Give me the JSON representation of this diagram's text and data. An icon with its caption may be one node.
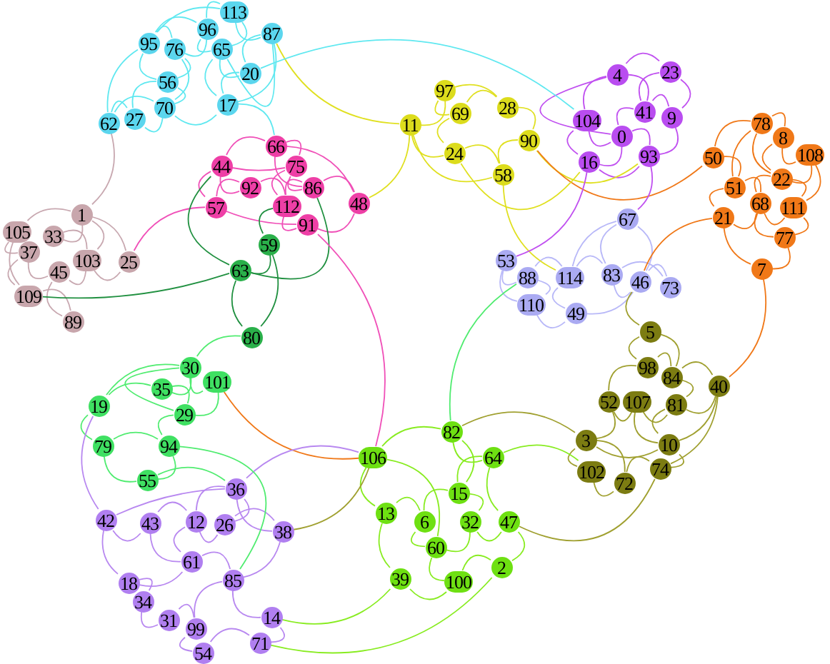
{
  "diagram": {
    "nodes": [
      {
        "text": [
          "0"
        ]
      },
      {
        "text": [
          "1"
        ]
      },
      {
        "text": [
          "2"
        ]
      },
      {
        "text": [
          "3"
        ]
      },
      {
        "text": [
          "4"
        ]
      },
      {
        "text": [
          "5"
        ]
      },
      {
        "text": [
          "6"
        ]
      },
      {
        "text": [
          "7"
        ]
      },
      {
        "text": [
          "8"
        ]
      },
      {
        "text": [
          "9"
        ]
      },
      {
        "text": [
          "10"
        ]
      },
      {
        "text": [
          "11"
        ]
      },
      {
        "text": [
          "12"
        ]
      },
      {
        "text": [
          "13"
        ]
      },
      {
        "text": [
          "14"
        ]
      },
      {
        "text": [
          "15"
        ]
      },
      {
        "text": [
          "16"
        ]
      },
      {
        "text": [
          "17"
        ]
      },
      {
        "text": [
          "18"
        ]
      },
      {
        "text": [
          "19"
        ]
      },
      {
        "text": [
          "20"
        ]
      },
      {
        "text": [
          "21"
        ]
      },
      {
        "text": [
          "22"
        ]
      },
      {
        "text": [
          "23"
        ]
      },
      {
        "text": [
          "24"
        ]
      },
      {
        "text": [
          "25"
        ]
      },
      {
        "text": [
          "26"
        ]
      },
      {
        "text": [
          "27"
        ]
      },
      {
        "text": [
          "28"
        ]
      },
      {
        "text": [
          "29"
        ]
      },
      {
        "text": [
          "30"
        ]
      },
      {
        "text": [
          "31"
        ]
      },
      {
        "text": [
          "32"
        ]
      },
      {
        "text": [
          "33"
        ]
      },
      {
        "text": [
          "34"
        ]
      },
      {
        "text": [
          "35"
        ]
      },
      {
        "text": [
          "36"
        ]
      },
      {
        "text": [
          "37"
        ]
      },
      {
        "text": [
          "38"
        ]
      },
      {
        "text": [
          "39"
        ]
      },
      {
        "text": [
          "40"
        ]
      },
      {
        "text": [
          "41"
        ]
      },
      {
        "text": [
          "42"
        ]
      },
      {
        "text": [
          "43"
        ]
      },
      {
        "text": [
          "44"
        ]
      },
      {
        "text": [
          "45"
        ]
      },
      {
        "text": [
          "46"
        ]
      },
      {
        "text": [
          "47"
        ]
      },
      {
        "text": [
          "48"
        ]
      },
      {
        "text": [
          "49"
        ]
      },
      {
        "text": [
          "50"
        ]
      },
      {
        "text": [
          "51"
        ]
      },
      {
        "text": [
          "52"
        ]
      },
      {
        "text": [
          "53"
        ]
      },
      {
        "text": [
          "54"
        ]
      },
      {
        "text": [
          "55"
        ]
      },
      {
        "text": [
          "56"
        ]
      },
      {
        "text": [
          "57"
        ]
      },
      {
        "text": [
          "58"
        ]
      },
      {
        "text": [
          "59"
        ]
      },
      {
        "text": [
          "60"
        ]
      },
      {
        "text": [
          "61"
        ]
      },
      {
        "text": [
          "62"
        ]
      },
      {
        "text": [
          "63"
        ]
      },
      {
        "text": [
          "64"
        ]
      },
      {
        "text": [
          "65"
        ]
      },
      {
        "text": [
          "66"
        ]
      },
      {
        "text": [
          "67"
        ]
      },
      {
        "text": [
          "68"
        ]
      },
      {
        "text": [
          "69"
        ]
      },
      {
        "text": [
          "70"
        ]
      },
      {
        "text": [
          "71"
        ]
      },
      {
        "text": [
          "72"
        ]
      },
      {
        "text": [
          "73"
        ]
      },
      {
        "text": [
          "74"
        ]
      },
      {
        "text": [
          "75"
        ]
      },
      {
        "text": [
          "76"
        ]
      },
      {
        "text": [
          "77"
        ]
      },
      {
        "text": [
          "78"
        ]
      },
      {
        "text": [
          "79"
        ]
      },
      {
        "text": [
          "80"
        ]
      },
      {
        "text": [
          "81"
        ]
      },
      {
        "text": [
          "82"
        ]
      },
      {
        "text": [
          "83"
        ]
      },
      {
        "text": [
          "84"
        ]
      },
      {
        "text": [
          "85"
        ]
      },
      {
        "text": [
          "86"
        ]
      },
      {
        "text": [
          "87"
        ]
      },
      {
        "text": [
          "88"
        ]
      },
      {
        "text": [
          "89"
        ]
      },
      {
        "text": [
          "90"
        ]
      },
      {
        "text": [
          "91"
        ]
      },
      {
        "text": [
          "92"
        ]
      },
      {
        "text": [
          "93"
        ]
      },
      {
        "text": [
          "94"
        ]
      },
      {
        "text": [
          "95"
        ]
      },
      {
        "text": [
          "96"
        ]
      },
      {
        "text": [
          "97"
        ]
      },
      {
        "text": [
          "98"
        ]
      },
      {
        "text": [
          "99"
        ]
      },
      {
        "text": [
          "100"
        ]
      },
      {
        "text": [
          "101"
        ]
      },
      {
        "text": [
          "102"
        ]
      },
      {
        "text": [
          "103"
        ]
      },
      {
        "text": [
          "104"
        ]
      },
      {
        "text": [
          "105"
        ]
      },
      {
        "text": [
          "106"
        ]
      },
      {
        "text": [
          "107"
        ]
      },
      {
        "text": [
          "108"
        ]
      },
      {
        "text": [
          "109"
        ]
      },
      {
        "text": [
          "110"
        ]
      },
      {
        "text": [
          "111"
        ]
      },
      {
        "text": [
          "112"
        ]
      },
      {
        "text": [
          "113"
        ]
      },
      {
        "text": [
          "114"
        ]
      }
    ],
    "edges": [
      {
        "from": 113,
        "to": 96,
        "arrow": "none",
        "color": "#5fe8f0"
      },
      {
        "from": 113,
        "to": 87,
        "arrow": "none",
        "color": "#5fe8f0"
      },
      {
        "from": 113,
        "to": 65,
        "arrow": "none",
        "color": "#5fe8f0"
      },
      {
        "from": 96,
        "to": 95,
        "arrow": "none",
        "color": "#5fe8f0"
      },
      {
        "from": 96,
        "to": 76,
        "arrow": "none",
        "color": "#5fe8f0"
      },
      {
        "from": 96,
        "to": 65,
        "arrow": "none",
        "color": "#5fe8f0"
      },
      {
        "from": 87,
        "to": 65,
        "arrow": "none",
        "color": "#5fe8f0"
      },
      {
        "from": 87,
        "to": 20,
        "arrow": "none",
        "color": "#5fe8f0"
      },
      {
        "from": 95,
        "to": 76,
        "arrow": "none",
        "color": "#5fe8f0"
      },
      {
        "from": 95,
        "to": 56,
        "arrow": "none",
        "color": "#5fe8f0"
      },
      {
        "from": 95,
        "to": 62,
        "arrow": "none",
        "color": "#5fe8f0"
      },
      {
        "from": 76,
        "to": 56,
        "arrow": "none",
        "color": "#5fe8f0"
      },
      {
        "from": 76,
        "to": 70,
        "arrow": "none",
        "color": "#5fe8f0"
      },
      {
        "from": 65,
        "to": 20,
        "arrow": "none",
        "color": "#5fe8f0"
      },
      {
        "from": 65,
        "to": 17,
        "arrow": "none",
        "color": "#5fe8f0"
      },
      {
        "from": 20,
        "to": 17,
        "arrow": "none",
        "color": "#5fe8f0"
      },
      {
        "from": 56,
        "to": 70,
        "arrow": "none",
        "color": "#5fe8f0"
      },
      {
        "from": 56,
        "to": 27,
        "arrow": "none",
        "color": "#5fe8f0"
      },
      {
        "from": 70,
        "to": 27,
        "arrow": "none",
        "color": "#5fe8f0"
      },
      {
        "from": 70,
        "to": 17,
        "arrow": "none",
        "color": "#5fe8f0"
      },
      {
        "from": 62,
        "to": 27,
        "arrow": "none",
        "color": "#5fe8f0"
      },
      {
        "from": 17,
        "to": 87,
        "arrow": "none",
        "color": "#5fe8f0"
      },
      {
        "from": 95,
        "to": 113,
        "arrow": "none",
        "color": "#5fe8f0"
      },
      {
        "from": 62,
        "to": 70,
        "arrow": "none",
        "color": "#5fe8f0"
      },
      {
        "from": 66,
        "to": 75,
        "arrow": "none",
        "color": "#f050b8"
      },
      {
        "from": 66,
        "to": 44,
        "arrow": "none",
        "color": "#f050b8"
      },
      {
        "from": 66,
        "to": 86,
        "arrow": "none",
        "color": "#f050b8"
      },
      {
        "from": 44,
        "to": 92,
        "arrow": "none",
        "color": "#f050b8"
      },
      {
        "from": 44,
        "to": 57,
        "arrow": "none",
        "color": "#f050b8"
      },
      {
        "from": 75,
        "to": 86,
        "arrow": "none",
        "color": "#f050b8"
      },
      {
        "from": 75,
        "to": 112,
        "arrow": "none",
        "color": "#f050b8"
      },
      {
        "from": 92,
        "to": 57,
        "arrow": "none",
        "color": "#f050b8"
      },
      {
        "from": 92,
        "to": 112,
        "arrow": "none",
        "color": "#f050b8"
      },
      {
        "from": 86,
        "to": 112,
        "arrow": "none",
        "color": "#f050b8"
      },
      {
        "from": 86,
        "to": 48,
        "arrow": "none",
        "color": "#f050b8"
      },
      {
        "from": 112,
        "to": 91,
        "arrow": "none",
        "color": "#f050b8"
      },
      {
        "from": 91,
        "to": 48,
        "arrow": "none",
        "color": "#f050b8"
      },
      {
        "from": 57,
        "to": 91,
        "arrow": "none",
        "color": "#f050b8"
      },
      {
        "from": 66,
        "to": 48,
        "arrow": "none",
        "color": "#f050b8"
      },
      {
        "from": 44,
        "to": 75,
        "arrow": "none",
        "color": "#f050b8"
      },
      {
        "from": 59,
        "to": 63,
        "arrow": "none",
        "color": "#209040"
      },
      {
        "from": 63,
        "to": 80,
        "arrow": "none",
        "color": "#209040"
      },
      {
        "from": 59,
        "to": 80,
        "arrow": "none",
        "color": "#209040"
      },
      {
        "from": 1,
        "to": 105,
        "arrow": "none",
        "color": "#c8a8b0"
      },
      {
        "from": 1,
        "to": 33,
        "arrow": "none",
        "color": "#c8a8b0"
      },
      {
        "from": 1,
        "to": 103,
        "arrow": "none",
        "color": "#c8a8b0"
      },
      {
        "from": 1,
        "to": 25,
        "arrow": "none",
        "color": "#c8a8b0"
      },
      {
        "from": 105,
        "to": 37,
        "arrow": "none",
        "color": "#c8a8b0"
      },
      {
        "from": 33,
        "to": 103,
        "arrow": "none",
        "color": "#c8a8b0"
      },
      {
        "from": 37,
        "to": 45,
        "arrow": "none",
        "color": "#c8a8b0"
      },
      {
        "from": 37,
        "to": 109,
        "arrow": "none",
        "color": "#c8a8b0"
      },
      {
        "from": 45,
        "to": 89,
        "arrow": "none",
        "color": "#c8a8b0"
      },
      {
        "from": 109,
        "to": 89,
        "arrow": "none",
        "color": "#c8a8b0"
      },
      {
        "from": 103,
        "to": 25,
        "arrow": "none",
        "color": "#c8a8b0"
      },
      {
        "from": 45,
        "to": 103,
        "arrow": "none",
        "color": "#c8a8b0"
      },
      {
        "from": 105,
        "to": 109,
        "arrow": "none",
        "color": "#c8a8b0"
      },
      {
        "from": 97,
        "to": 11,
        "arrow": "none",
        "color": "#e0e020"
      },
      {
        "from": 97,
        "to": 69,
        "arrow": "none",
        "color": "#e0e020"
      },
      {
        "from": 69,
        "to": 28,
        "arrow": "none",
        "color": "#e0e020"
      },
      {
        "from": 69,
        "to": 24,
        "arrow": "none",
        "color": "#e0e020"
      },
      {
        "from": 28,
        "to": 90,
        "arrow": "none",
        "color": "#e0e020"
      },
      {
        "from": 90,
        "to": 58,
        "arrow": "none",
        "color": "#e0e020"
      },
      {
        "from": 24,
        "to": 58,
        "arrow": "none",
        "color": "#e0e020"
      },
      {
        "from": 11,
        "to": 24,
        "arrow": "none",
        "color": "#e0e020"
      },
      {
        "from": 97,
        "to": 28,
        "arrow": "none",
        "color": "#e0e020"
      },
      {
        "from": 11,
        "to": 58,
        "arrow": "none",
        "color": "#e0e020"
      },
      {
        "from": 4,
        "to": 23,
        "arrow": "none",
        "color": "#c050f0"
      },
      {
        "from": 4,
        "to": 104,
        "arrow": "none",
        "color": "#c050f0"
      },
      {
        "from": 4,
        "to": 41,
        "arrow": "none",
        "color": "#c050f0"
      },
      {
        "from": 23,
        "to": 41,
        "arrow": "none",
        "color": "#c050f0"
      },
      {
        "from": 23,
        "to": 9,
        "arrow": "none",
        "color": "#c050f0"
      },
      {
        "from": 41,
        "to": 0,
        "arrow": "none",
        "color": "#c050f0"
      },
      {
        "from": 41,
        "to": 9,
        "arrow": "none",
        "color": "#c050f0"
      },
      {
        "from": 0,
        "to": 16,
        "arrow": "none",
        "color": "#c050f0"
      },
      {
        "from": 0,
        "to": 93,
        "arrow": "none",
        "color": "#c050f0"
      },
      {
        "from": 104,
        "to": 16,
        "arrow": "none",
        "color": "#c050f0"
      },
      {
        "from": 9,
        "to": 93,
        "arrow": "none",
        "color": "#c050f0"
      },
      {
        "from": 104,
        "to": 0,
        "arrow": "none",
        "color": "#c050f0"
      },
      {
        "from": 16,
        "to": 93,
        "arrow": "none",
        "color": "#c050f0"
      },
      {
        "from": 4,
        "to": 0,
        "arrow": "none",
        "color": "#c050f0"
      },
      {
        "from": 78,
        "to": 8,
        "arrow": "none",
        "color": "#f07818"
      },
      {
        "from": 78,
        "to": 50,
        "arrow": "none",
        "color": "#f07818"
      },
      {
        "from": 78,
        "to": 22,
        "arrow": "none",
        "color": "#f07818"
      },
      {
        "from": 8,
        "to": 108,
        "arrow": "none",
        "color": "#f07818"
      },
      {
        "from": 8,
        "to": 22,
        "arrow": "none",
        "color": "#f07818"
      },
      {
        "from": 108,
        "to": 111,
        "arrow": "none",
        "color": "#f07818"
      },
      {
        "from": 50,
        "to": 51,
        "arrow": "none",
        "color": "#f07818"
      },
      {
        "from": 51,
        "to": 21,
        "arrow": "none",
        "color": "#f07818"
      },
      {
        "from": 51,
        "to": 68,
        "arrow": "none",
        "color": "#f07818"
      },
      {
        "from": 22,
        "to": 68,
        "arrow": "none",
        "color": "#f07818"
      },
      {
        "from": 22,
        "to": 111,
        "arrow": "none",
        "color": "#f07818"
      },
      {
        "from": 68,
        "to": 111,
        "arrow": "none",
        "color": "#f07818"
      },
      {
        "from": 68,
        "to": 21,
        "arrow": "none",
        "color": "#f07818"
      },
      {
        "from": 21,
        "to": 7,
        "arrow": "none",
        "color": "#f07818"
      },
      {
        "from": 77,
        "to": 7,
        "arrow": "none",
        "color": "#f07818"
      },
      {
        "from": 111,
        "to": 77,
        "arrow": "none",
        "color": "#f07818"
      },
      {
        "from": 68,
        "to": 77,
        "arrow": "none",
        "color": "#f07818"
      },
      {
        "from": 78,
        "to": 51,
        "arrow": "none",
        "color": "#f07818"
      },
      {
        "from": 108,
        "to": 22,
        "arrow": "none",
        "color": "#f07818"
      },
      {
        "from": 67,
        "to": 83,
        "arrow": "none",
        "color": "#b8b8f8"
      },
      {
        "from": 67,
        "to": 46,
        "arrow": "none",
        "color": "#b8b8f8"
      },
      {
        "from": 53,
        "to": 88,
        "arrow": "none",
        "color": "#b8b8f8"
      },
      {
        "from": 53,
        "to": 110,
        "arrow": "none",
        "color": "#b8b8f8"
      },
      {
        "from": 88,
        "to": 114,
        "arrow": "none",
        "color": "#b8b8f8"
      },
      {
        "from": 88,
        "to": 110,
        "arrow": "none",
        "color": "#b8b8f8"
      },
      {
        "from": 114,
        "to": 49,
        "arrow": "none",
        "color": "#b8b8f8"
      },
      {
        "from": 114,
        "to": 83,
        "arrow": "none",
        "color": "#b8b8f8"
      },
      {
        "from": 83,
        "to": 46,
        "arrow": "none",
        "color": "#b8b8f8"
      },
      {
        "from": 46,
        "to": 73,
        "arrow": "none",
        "color": "#b8b8f8"
      },
      {
        "from": 110,
        "to": 49,
        "arrow": "none",
        "color": "#b8b8f8"
      },
      {
        "from": 49,
        "to": 46,
        "arrow": "none",
        "color": "#b8b8f8"
      },
      {
        "from": 67,
        "to": 114,
        "arrow": "none",
        "color": "#b8b8f8"
      },
      {
        "from": 73,
        "to": 83,
        "arrow": "none",
        "color": "#b8b8f8"
      },
      {
        "from": 5,
        "to": 98,
        "arrow": "none",
        "color": "#a0a030"
      },
      {
        "from": 5,
        "to": 84,
        "arrow": "none",
        "color": "#a0a030"
      },
      {
        "from": 98,
        "to": 84,
        "arrow": "none",
        "color": "#a0a030"
      },
      {
        "from": 98,
        "to": 52,
        "arrow": "none",
        "color": "#a0a030"
      },
      {
        "from": 84,
        "to": 81,
        "arrow": "none",
        "color": "#a0a030"
      },
      {
        "from": 84,
        "to": 40,
        "arrow": "none",
        "color": "#a0a030"
      },
      {
        "from": 52,
        "to": 107,
        "arrow": "none",
        "color": "#a0a030"
      },
      {
        "from": 107,
        "to": 81,
        "arrow": "none",
        "color": "#a0a030"
      },
      {
        "from": 81,
        "to": 40,
        "arrow": "none",
        "color": "#a0a030"
      },
      {
        "from": 52,
        "to": 3,
        "arrow": "none",
        "color": "#a0a030"
      },
      {
        "from": 3,
        "to": 102,
        "arrow": "none",
        "color": "#a0a030"
      },
      {
        "from": 3,
        "to": 72,
        "arrow": "none",
        "color": "#a0a030"
      },
      {
        "from": 102,
        "to": 72,
        "arrow": "none",
        "color": "#a0a030"
      },
      {
        "from": 72,
        "to": 74,
        "arrow": "none",
        "color": "#a0a030"
      },
      {
        "from": 74,
        "to": 10,
        "arrow": "none",
        "color": "#a0a030"
      },
      {
        "from": 10,
        "to": 81,
        "arrow": "none",
        "color": "#a0a030"
      },
      {
        "from": 40,
        "to": 74,
        "arrow": "none",
        "color": "#a0a030"
      },
      {
        "from": 107,
        "to": 10,
        "arrow": "none",
        "color": "#a0a030"
      },
      {
        "from": 3,
        "to": 10,
        "arrow": "none",
        "color": "#a0a030"
      },
      {
        "from": 40,
        "to": 10,
        "arrow": "none",
        "color": "#a0a030"
      },
      {
        "from": 30,
        "to": 101,
        "arrow": "none",
        "color": "#50ec70"
      },
      {
        "from": 30,
        "to": 35,
        "arrow": "none",
        "color": "#50ec70"
      },
      {
        "from": 35,
        "to": 19,
        "arrow": "none",
        "color": "#50ec70"
      },
      {
        "from": 35,
        "to": 29,
        "arrow": "none",
        "color": "#50ec70"
      },
      {
        "from": 19,
        "to": 79,
        "arrow": "none",
        "color": "#50ec70"
      },
      {
        "from": 79,
        "to": 94,
        "arrow": "none",
        "color": "#50ec70"
      },
      {
        "from": 29,
        "to": 94,
        "arrow": "none",
        "color": "#50ec70"
      },
      {
        "from": 94,
        "to": 55,
        "arrow": "none",
        "color": "#50ec70"
      },
      {
        "from": 79,
        "to": 55,
        "arrow": "none",
        "color": "#50ec70"
      },
      {
        "from": 30,
        "to": 29,
        "arrow": "none",
        "color": "#50ec70"
      },
      {
        "from": 101,
        "to": 29,
        "arrow": "none",
        "color": "#50ec70"
      },
      {
        "from": 19,
        "to": 30,
        "arrow": "none",
        "color": "#50ec70"
      },
      {
        "from": 36,
        "to": 12,
        "arrow": "none",
        "color": "#b888f0"
      },
      {
        "from": 36,
        "to": 26,
        "arrow": "none",
        "color": "#b888f0"
      },
      {
        "from": 42,
        "to": 43,
        "arrow": "none",
        "color": "#b888f0"
      },
      {
        "from": 43,
        "to": 12,
        "arrow": "none",
        "color": "#b888f0"
      },
      {
        "from": 12,
        "to": 26,
        "arrow": "none",
        "color": "#b888f0"
      },
      {
        "from": 26,
        "to": 38,
        "arrow": "none",
        "color": "#b888f0"
      },
      {
        "from": 12,
        "to": 61,
        "arrow": "none",
        "color": "#b888f0"
      },
      {
        "from": 61,
        "to": 85,
        "arrow": "none",
        "color": "#b888f0"
      },
      {
        "from": 42,
        "to": 18,
        "arrow": "none",
        "color": "#b888f0"
      },
      {
        "from": 18,
        "to": 34,
        "arrow": "none",
        "color": "#b888f0"
      },
      {
        "from": 34,
        "to": 31,
        "arrow": "none",
        "color": "#b888f0"
      },
      {
        "from": 31,
        "to": 99,
        "arrow": "none",
        "color": "#b888f0"
      },
      {
        "from": 99,
        "to": 54,
        "arrow": "none",
        "color": "#b888f0"
      },
      {
        "from": 54,
        "to": 71,
        "arrow": "none",
        "color": "#b888f0"
      },
      {
        "from": 71,
        "to": 14,
        "arrow": "none",
        "color": "#b888f0"
      },
      {
        "from": 14,
        "to": 85,
        "arrow": "none",
        "color": "#b888f0"
      },
      {
        "from": 85,
        "to": 38,
        "arrow": "none",
        "color": "#b888f0"
      },
      {
        "from": 43,
        "to": 61,
        "arrow": "none",
        "color": "#b888f0"
      },
      {
        "from": 18,
        "to": 61,
        "arrow": "none",
        "color": "#b888f0"
      },
      {
        "from": 99,
        "to": 85,
        "arrow": "none",
        "color": "#b888f0"
      },
      {
        "from": 36,
        "to": 38,
        "arrow": "none",
        "color": "#b888f0"
      },
      {
        "from": 42,
        "to": 36,
        "arrow": "none",
        "color": "#b888f0"
      },
      {
        "from": 106,
        "to": 13,
        "arrow": "none",
        "color": "#88ec20"
      },
      {
        "from": 106,
        "to": 82,
        "arrow": "none",
        "color": "#88ec20"
      },
      {
        "from": 82,
        "to": 64,
        "arrow": "none",
        "color": "#88ec20"
      },
      {
        "from": 82,
        "to": 15,
        "arrow": "none",
        "color": "#88ec20"
      },
      {
        "from": 64,
        "to": 15,
        "arrow": "none",
        "color": "#88ec20"
      },
      {
        "from": 15,
        "to": 32,
        "arrow": "none",
        "color": "#88ec20"
      },
      {
        "from": 15,
        "to": 6,
        "arrow": "none",
        "color": "#88ec20"
      },
      {
        "from": 13,
        "to": 6,
        "arrow": "none",
        "color": "#88ec20"
      },
      {
        "from": 6,
        "to": 60,
        "arrow": "none",
        "color": "#88ec20"
      },
      {
        "from": 32,
        "to": 60,
        "arrow": "none",
        "color": "#88ec20"
      },
      {
        "from": 32,
        "to": 47,
        "arrow": "none",
        "color": "#88ec20"
      },
      {
        "from": 47,
        "to": 2,
        "arrow": "none",
        "color": "#88ec20"
      },
      {
        "from": 60,
        "to": 100,
        "arrow": "none",
        "color": "#88ec20"
      },
      {
        "from": 100,
        "to": 2,
        "arrow": "none",
        "color": "#88ec20"
      },
      {
        "from": 13,
        "to": 39,
        "arrow": "none",
        "color": "#88ec20"
      },
      {
        "from": 39,
        "to": 100,
        "arrow": "none",
        "color": "#88ec20"
      },
      {
        "from": 64,
        "to": 47,
        "arrow": "none",
        "color": "#88ec20"
      },
      {
        "from": 106,
        "to": 60,
        "arrow": "none",
        "color": "#88ec20"
      },
      {
        "from": 1,
        "to": 62,
        "arrow": "none",
        "color": "#c8a8b0"
      },
      {
        "from": 25,
        "to": 57,
        "arrow": "none",
        "color": "#f050b8"
      },
      {
        "from": 63,
        "to": 109,
        "arrow": "none",
        "color": "#209040"
      },
      {
        "from": 59,
        "to": 112,
        "arrow": "none",
        "color": "#209040"
      },
      {
        "from": 63,
        "to": 44,
        "arrow": "none",
        "color": "#209040"
      },
      {
        "from": 11,
        "to": 48,
        "arrow": "none",
        "color": "#e0e020"
      },
      {
        "from": 90,
        "to": 93,
        "arrow": "none",
        "color": "#e0e020"
      },
      {
        "from": 50,
        "to": 90,
        "arrow": "none",
        "color": "#f07818"
      },
      {
        "from": 58,
        "to": 114,
        "arrow": "none",
        "color": "#e0e020"
      },
      {
        "from": 16,
        "to": 53,
        "arrow": "none",
        "color": "#c050f0"
      },
      {
        "from": 67,
        "to": 93,
        "arrow": "none",
        "color": "#c050f0"
      },
      {
        "from": 21,
        "to": 46,
        "arrow": "none",
        "color": "#f07818"
      },
      {
        "from": 40,
        "to": 7,
        "arrow": "none",
        "color": "#f07818"
      },
      {
        "from": 5,
        "to": 46,
        "arrow": "none",
        "color": "#a0a030"
      },
      {
        "from": 3,
        "to": 82,
        "arrow": "none",
        "color": "#a0a030"
      },
      {
        "from": 80,
        "to": 30,
        "arrow": "none",
        "color": "#50ec70"
      },
      {
        "from": 101,
        "to": 106,
        "arrow": "none",
        "color": "#f07818"
      },
      {
        "from": 36,
        "to": 106,
        "arrow": "none",
        "color": "#b888f0"
      },
      {
        "from": 38,
        "to": 106,
        "arrow": "none",
        "color": "#a0a030"
      },
      {
        "from": 94,
        "to": 85,
        "arrow": "none",
        "color": "#50ec70"
      },
      {
        "from": 19,
        "to": 42,
        "arrow": "none",
        "color": "#b888f0"
      },
      {
        "from": 55,
        "to": 36,
        "arrow": "none",
        "color": "#50ec70"
      },
      {
        "from": 14,
        "to": 39,
        "arrow": "none",
        "color": "#88ec20"
      },
      {
        "from": 71,
        "to": 2,
        "arrow": "none",
        "color": "#88ec20"
      },
      {
        "from": 63,
        "to": 86,
        "arrow": "none",
        "color": "#209040"
      },
      {
        "from": 17,
        "to": 66,
        "arrow": "none",
        "color": "#5fe8f0"
      },
      {
        "from": 87,
        "to": 11,
        "arrow": "none",
        "color": "#e0e020"
      },
      {
        "from": 20,
        "to": 104,
        "arrow": "none",
        "color": "#5fe8f0"
      },
      {
        "from": 24,
        "to": 16,
        "arrow": "none",
        "color": "#e0e020"
      },
      {
        "from": 64,
        "to": 102,
        "arrow": "none",
        "color": "#88ec20"
      },
      {
        "from": 47,
        "to": 74,
        "arrow": "none",
        "color": "#a0a030"
      },
      {
        "from": 82,
        "to": 88,
        "arrow": "none",
        "color": "#50ec70"
      },
      {
        "from": 106,
        "to": 91,
        "arrow": "none",
        "color": "#f050b8"
      }
    ]
  }
}
